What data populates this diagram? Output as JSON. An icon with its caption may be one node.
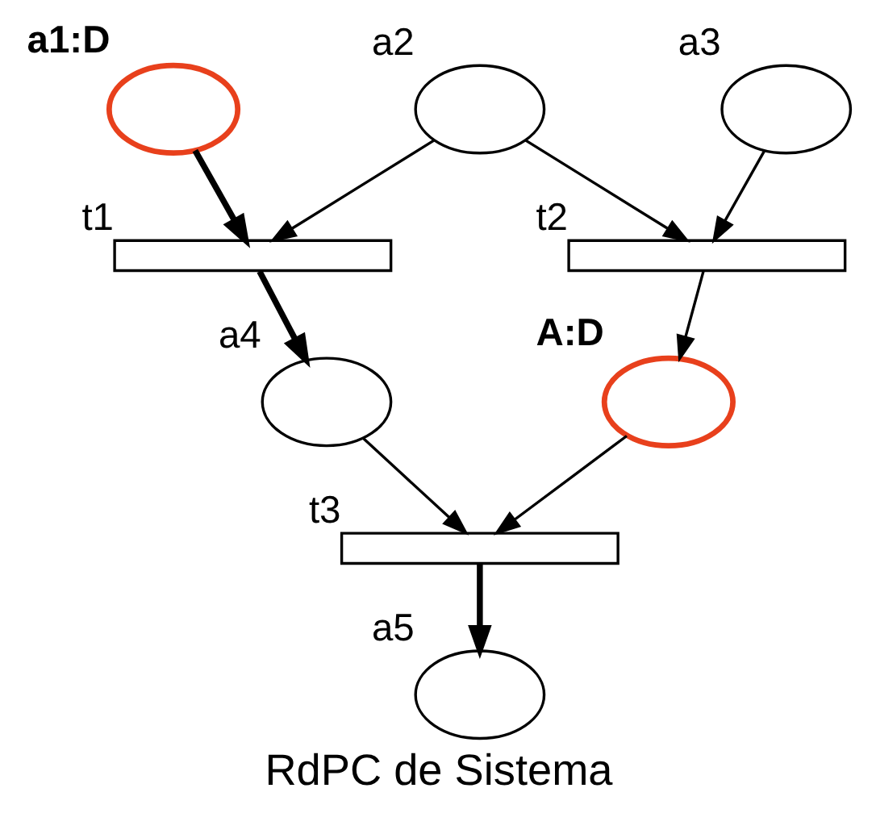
{
  "diagram": {
    "caption": "RdPC de Sistema",
    "nodes": [
      {
        "text": [],
        "shape": "ellipse",
        "beside": [
          "a1:D"
        ]
      },
      {
        "text": [],
        "shape": "ellipse",
        "beside": [
          "a2"
        ]
      },
      {
        "text": [],
        "shape": "ellipse",
        "beside": [
          "a3"
        ]
      },
      {
        "text": [],
        "shape": "bar",
        "beside": [
          "t1"
        ]
      },
      {
        "text": [],
        "shape": "bar",
        "beside": [
          "t2"
        ]
      },
      {
        "text": [],
        "shape": "ellipse",
        "beside": [
          "a4"
        ]
      },
      {
        "text": [],
        "shape": "ellipse",
        "beside": [
          "A:D"
        ]
      },
      {
        "text": [],
        "shape": "bar",
        "beside": [
          "t3"
        ]
      },
      {
        "text": [],
        "shape": "ellipse",
        "beside": [
          "a5"
        ]
      }
    ],
    "edges": [
      {
        "from": 0,
        "to": 3,
        "arrow": "to",
        "style": "thick"
      },
      {
        "from": 1,
        "to": 3,
        "arrow": "to"
      },
      {
        "from": 1,
        "to": 4,
        "arrow": "to"
      },
      {
        "from": 2,
        "to": 4,
        "arrow": "to"
      },
      {
        "from": 3,
        "to": 5,
        "arrow": "to",
        "style": "thick"
      },
      {
        "from": 4,
        "to": 6,
        "arrow": "to"
      },
      {
        "from": 5,
        "to": 7,
        "arrow": "to"
      },
      {
        "from": 6,
        "to": 7,
        "arrow": "to"
      },
      {
        "from": 7,
        "to": 8,
        "arrow": "to",
        "style": "thick"
      }
    ]
  }
}
